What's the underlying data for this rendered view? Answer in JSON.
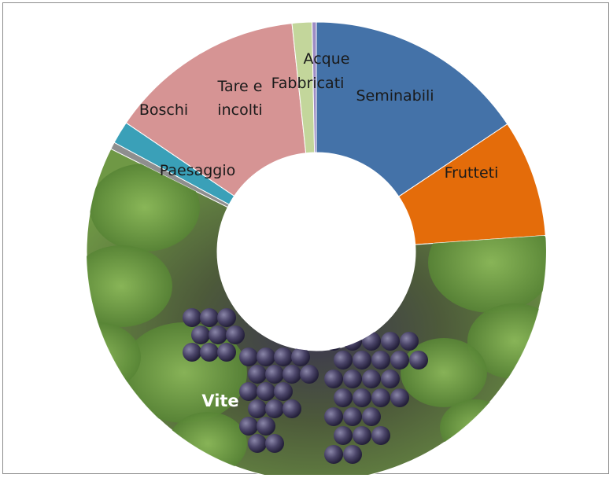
{
  "chart_data": {
    "type": "pie",
    "style": "donut",
    "title": "",
    "categories": [
      "Seminabili",
      "Frutteti",
      "Vite",
      "Paesaggio",
      "Boschi",
      "Tare e incolti",
      "Fabbricati",
      "Acque"
    ],
    "values": [
      15.7,
      8.3,
      58.8,
      0.5,
      1.6,
      13.9,
      1.4,
      0.3
    ],
    "unit": "%",
    "colors": [
      "#4472a8",
      "#e46c0a",
      "#7aa248",
      "#8e8e8e",
      "#3aa0b8",
      "#d69494",
      "#c3d69b",
      "#9d8cc4"
    ],
    "slice_fill": [
      "color",
      "color",
      "grape-photo",
      "color",
      "color",
      "color",
      "color",
      "color"
    ],
    "label_color": [
      "#1a1a1a",
      "#1a1a1a",
      "#ffffff",
      "#1a1a1a",
      "#1a1a1a",
      "#1a1a1a",
      "#1a1a1a",
      "#1a1a1a"
    ],
    "legend": "none"
  }
}
